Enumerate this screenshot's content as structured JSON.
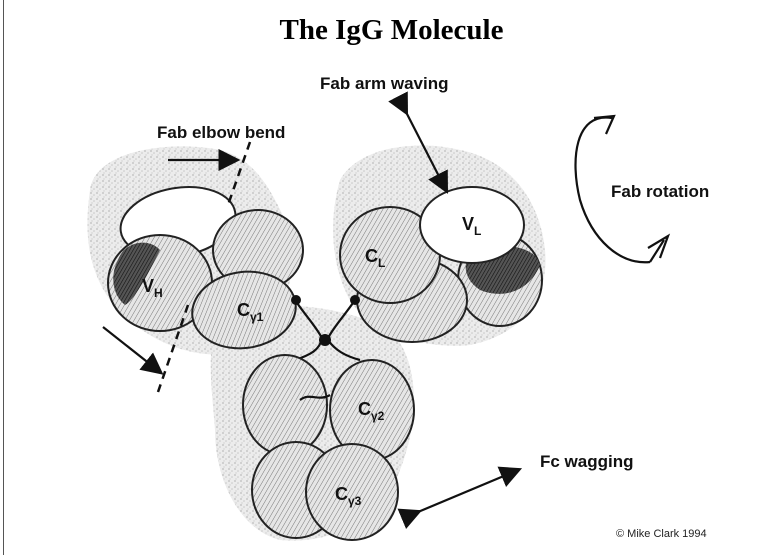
{
  "title": "The IgG Molecule",
  "labels": {
    "fab_arm_waving": "Fab arm waving",
    "fab_elbow_bend": "Fab elbow bend",
    "fab_rotation": "Fab rotation",
    "fc_wagging": "Fc wagging"
  },
  "domain_labels": {
    "vh": "V",
    "vh_sub": "H",
    "cg1": "C",
    "cg1_sub": "γ1",
    "cl": "C",
    "cl_sub": "L",
    "vl": "V",
    "vl_sub": "L",
    "cg2": "C",
    "cg2_sub": "γ2",
    "cg3": "C",
    "cg3_sub": "γ3"
  },
  "copyright": "© Mike Clark 1994"
}
